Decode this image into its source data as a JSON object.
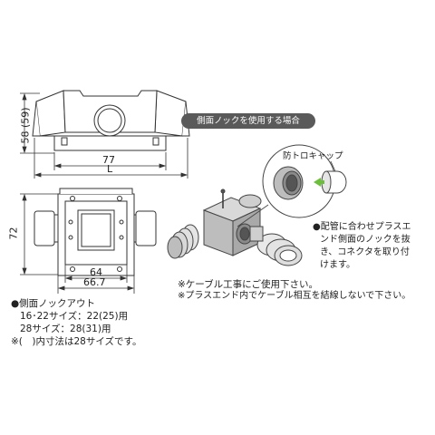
{
  "dimensions": {
    "height_top": "58 (59)",
    "width_inner_top": "77",
    "width_total_top": "L",
    "height_bottom": "72",
    "width_inner_bottom": "64",
    "width_total_bottom": "66.7"
  },
  "knockout_notes": {
    "heading": "●側面ノックアウト",
    "line1": "16･22サイズ：22(25)用",
    "line2": "28サイズ：28(31)用",
    "footnote": "※(　)内寸法は28サイズです。"
  },
  "usage": {
    "badge": "側面ノックを使用する場合",
    "cap_label": "防トロキャップ",
    "instruction_line1": "●配管に合わせプラスエ",
    "instruction_line2": "ンド側面のノックを抜",
    "instruction_line3": "き、コネクタを取り付",
    "instruction_line4": "けます。",
    "warning1": "※ケーブル工事にご使用下さい。",
    "warning2": "※プラスエンド内でケーブル相互を結線しないで下さい。"
  }
}
